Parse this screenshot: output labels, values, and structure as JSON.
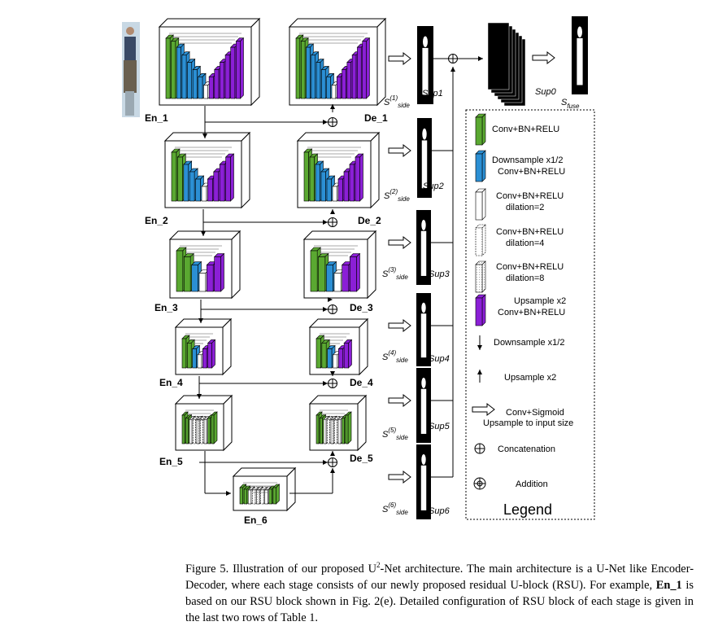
{
  "stages": {
    "en1": "En_1",
    "en2": "En_2",
    "en3": "En_3",
    "en4": "En_4",
    "en5": "En_5",
    "en6": "En_6",
    "de1": "De_1",
    "de2": "De_2",
    "de3": "De_3",
    "de4": "De_4",
    "de5": "De_5"
  },
  "outputs": {
    "sup1": "Sup1",
    "sup2": "Sup2",
    "sup3": "Sup3",
    "sup4": "Sup4",
    "sup5": "Sup5",
    "sup6": "Sup6",
    "sup0": "Sup0",
    "side_s": "S",
    "side_sub": "side",
    "side1_sup": "(1)",
    "side2_sup": "(2)",
    "side3_sup": "(3)",
    "side4_sup": "(4)",
    "side5_sup": "(5)",
    "side6_sup": "(6)",
    "fuse_s": "S",
    "fuse_sub": "fuse"
  },
  "legend": {
    "title": "Legend",
    "conv_1": "Conv+BN+RELU",
    "down_1": "Downsample x1/2",
    "down_2": "Conv+BN+RELU",
    "dil2_1": "Conv+BN+RELU",
    "dil2_2": "dilation=2",
    "dil4_1": "Conv+BN+RELU",
    "dil4_2": "dilation=4",
    "dil8_1": "Conv+BN+RELU",
    "dil8_2": "dilation=8",
    "up_1": "Upsample x2",
    "up_2": "Conv+BN+RELU",
    "arrow_down": "Downsample x1/2",
    "arrow_up": "Upsample x2",
    "sigmoid_1": "Conv+Sigmoid",
    "sigmoid_2": "Upsample to input size",
    "concat": "Concatenation",
    "addition": "Addition"
  },
  "caption": {
    "l1a": "Figure 5.  Illustration of our proposed U",
    "l1sup": "2",
    "l1b": "-Net architecture.  The main architecture is a U-Net like Encoder-Decoder, where",
    "l2a": "each stage consists of our newly proposed residual U-block (RSU). For example, ",
    "l2b": "En_1",
    "l2c": " is based on our RSU block shown in",
    "l3": "Fig. 2(e). Detailed configuration of RSU block of each stage is given in the last two rows of Table 1."
  },
  "colors": {
    "green": "#5aa831",
    "blue": "#2b8fd4",
    "purple": "#8b1fd6"
  }
}
